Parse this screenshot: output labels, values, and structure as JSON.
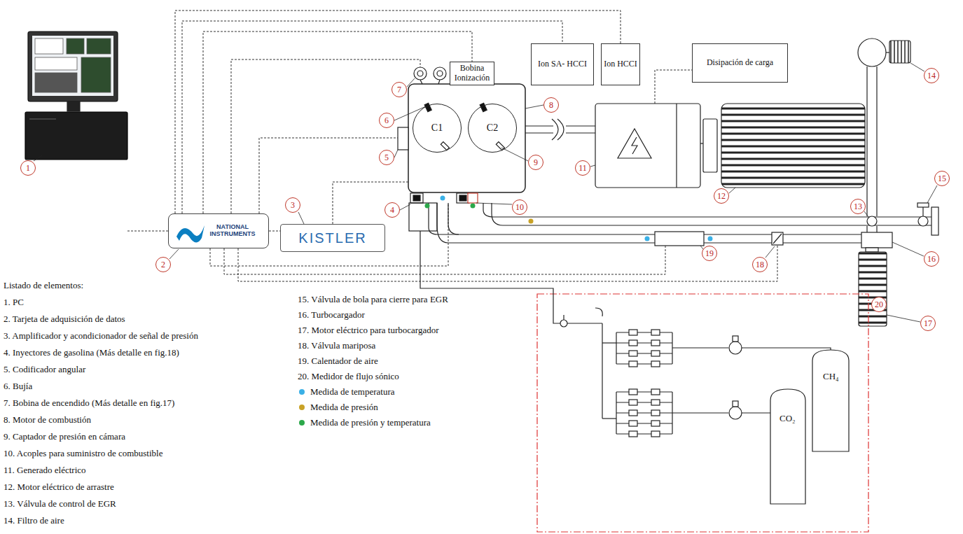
{
  "diagram": {
    "nodes": [
      {
        "text": [
          "Bobina Ionización"
        ]
      },
      {
        "text": [
          "Ion SA- HCCI"
        ]
      },
      {
        "text": [
          "Ion HCCI"
        ]
      },
      {
        "text": [
          "Disipación de carga"
        ]
      },
      {
        "text": [
          "NATIONAL INSTRUMENTS"
        ]
      },
      {
        "text": [
          "KISTLER"
        ]
      },
      {
        "text": [
          "C1"
        ]
      },
      {
        "text": [
          "C2"
        ]
      }
    ],
    "edges": [
      {
        "from": 4,
        "to": 5,
        "arrow": "none"
      },
      {
        "from": 4,
        "to": 0,
        "arrow": "none"
      },
      {
        "from": 4,
        "to": 1,
        "arrow": "none"
      },
      {
        "from": 4,
        "to": 2,
        "arrow": "none"
      }
    ],
    "labels": [
      "1",
      "2",
      "3",
      "4",
      "5",
      "6",
      "7",
      "8",
      "9",
      "10",
      "11",
      "12",
      "13",
      "14",
      "15",
      "16",
      "17",
      "18",
      "19",
      "20",
      "Listado de elementos:",
      "1.  PC",
      "2.  Tarjeta de adquisición de datos",
      "3.  Amplificador y acondicionador de señal de presión",
      "4.  Inyectores de gasolina (Más detalle en fig.18)",
      "5.  Codificador angular",
      "6.  Bujía",
      "7.  Bobina de encendido (Más detalle en fig.17)",
      "8.  Motor de combustión",
      "9.  Captador de presión en cámara",
      "10. Acoples para suministro de combustible",
      "11. Generado eléctrico",
      "12. Motor eléctrico de arrastre",
      "13. Válvula de control de EGR",
      "14. Filtro de aire",
      "15. Válvula  de bola para cierre para EGR",
      "16. Turbocargador",
      "17. Motor eléctrico  para turbocargador",
      "18. Válvula  mariposa",
      "19. Calentador de aire",
      "20. Medidor de flujo sónico",
      "CH₄",
      "CO₂"
    ],
    "legend": [
      {
        "text": "Medida de temperatura",
        "color": "#3ab0e6"
      },
      {
        "text": "Medida de presión",
        "color": "#c9a227"
      },
      {
        "text": "Medida de presión y temperatura",
        "color": "#2ca84a"
      }
    ]
  }
}
